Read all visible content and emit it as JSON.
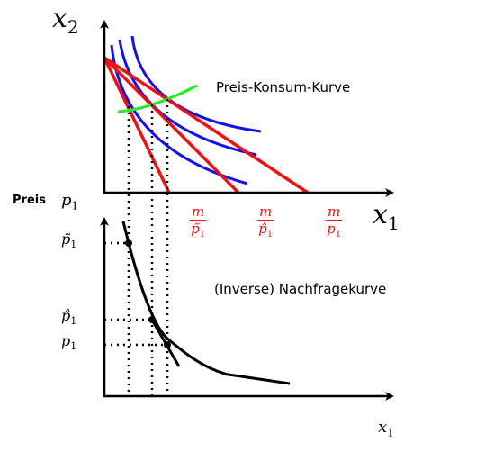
{
  "upper_panel": {
    "y_axis_label": "x",
    "y_axis_sub": "2",
    "x_axis_label": "x",
    "x_axis_sub": "1",
    "curve_label": "Preis-Konsum-Kurve",
    "intercept_labels": [
      {
        "numerator": "m",
        "denominator": "p̃",
        "denominator_sub": "1"
      },
      {
        "numerator": "m",
        "denominator": "p̂",
        "denominator_sub": "1"
      },
      {
        "numerator": "m",
        "denominator": "p",
        "denominator_sub": "1"
      }
    ],
    "colors": {
      "budget_lines": "#ee1111",
      "indifference_curves": "#1111ee",
      "price_consumption_curve": "#22ee22"
    }
  },
  "lower_panel": {
    "y_axis_title": "Preis",
    "y_axis_symbol": "p",
    "y_axis_sub": "1",
    "price_ticks": [
      {
        "symbol": "p̃",
        "sub": "1"
      },
      {
        "symbol": "p̂",
        "sub": "1"
      },
      {
        "symbol": "p",
        "sub": "1"
      }
    ],
    "x_axis_label": "x",
    "x_axis_sub": "1",
    "curve_label": "(Inverse) Nachfragekurve"
  }
}
